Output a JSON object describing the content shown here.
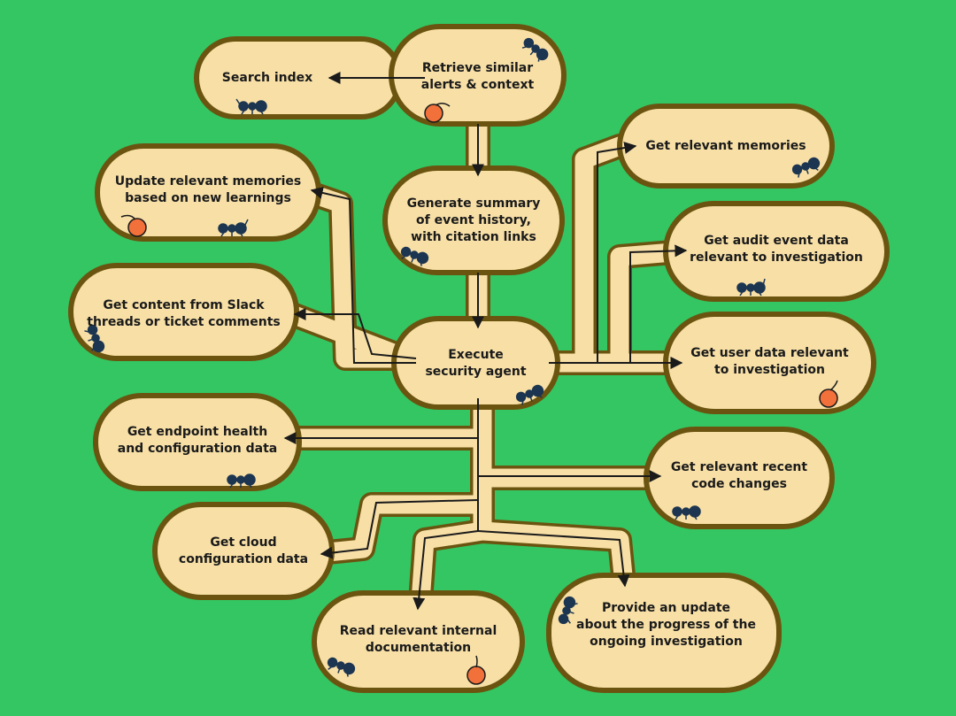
{
  "colors": {
    "background": "#33c662",
    "chamber_fill": "#f7dfa6",
    "tunnel_border": "#6b5410",
    "arrow": "#1a1a1a",
    "ant": "#1c3550",
    "apple": "#f2703a"
  },
  "nodes": {
    "search_index": "Search index",
    "retrieve_similar": "Retrieve similar\nalerts & context",
    "generate_summary": "Generate summary\nof event history,\nwith citation links",
    "execute_agent": "Execute\nsecurity agent",
    "update_memories": "Update relevant memories\nbased on new learnings",
    "get_slack_content": "Get content from Slack\nthreads or ticket comments",
    "get_endpoint_health": "Get endpoint health\nand configuration data",
    "get_cloud_config": "Get cloud\nconfiguration data",
    "read_internal_docs": "Read relevant internal\ndocumentation",
    "provide_update": "Provide an update\nabout the progress of the\nongoing investigation",
    "get_code_changes": "Get relevant recent\ncode changes",
    "get_user_data": "Get user data relevant\nto investigation",
    "get_audit_events": "Get audit event data\nrelevant to investigation",
    "get_memories": "Get relevant memories"
  }
}
